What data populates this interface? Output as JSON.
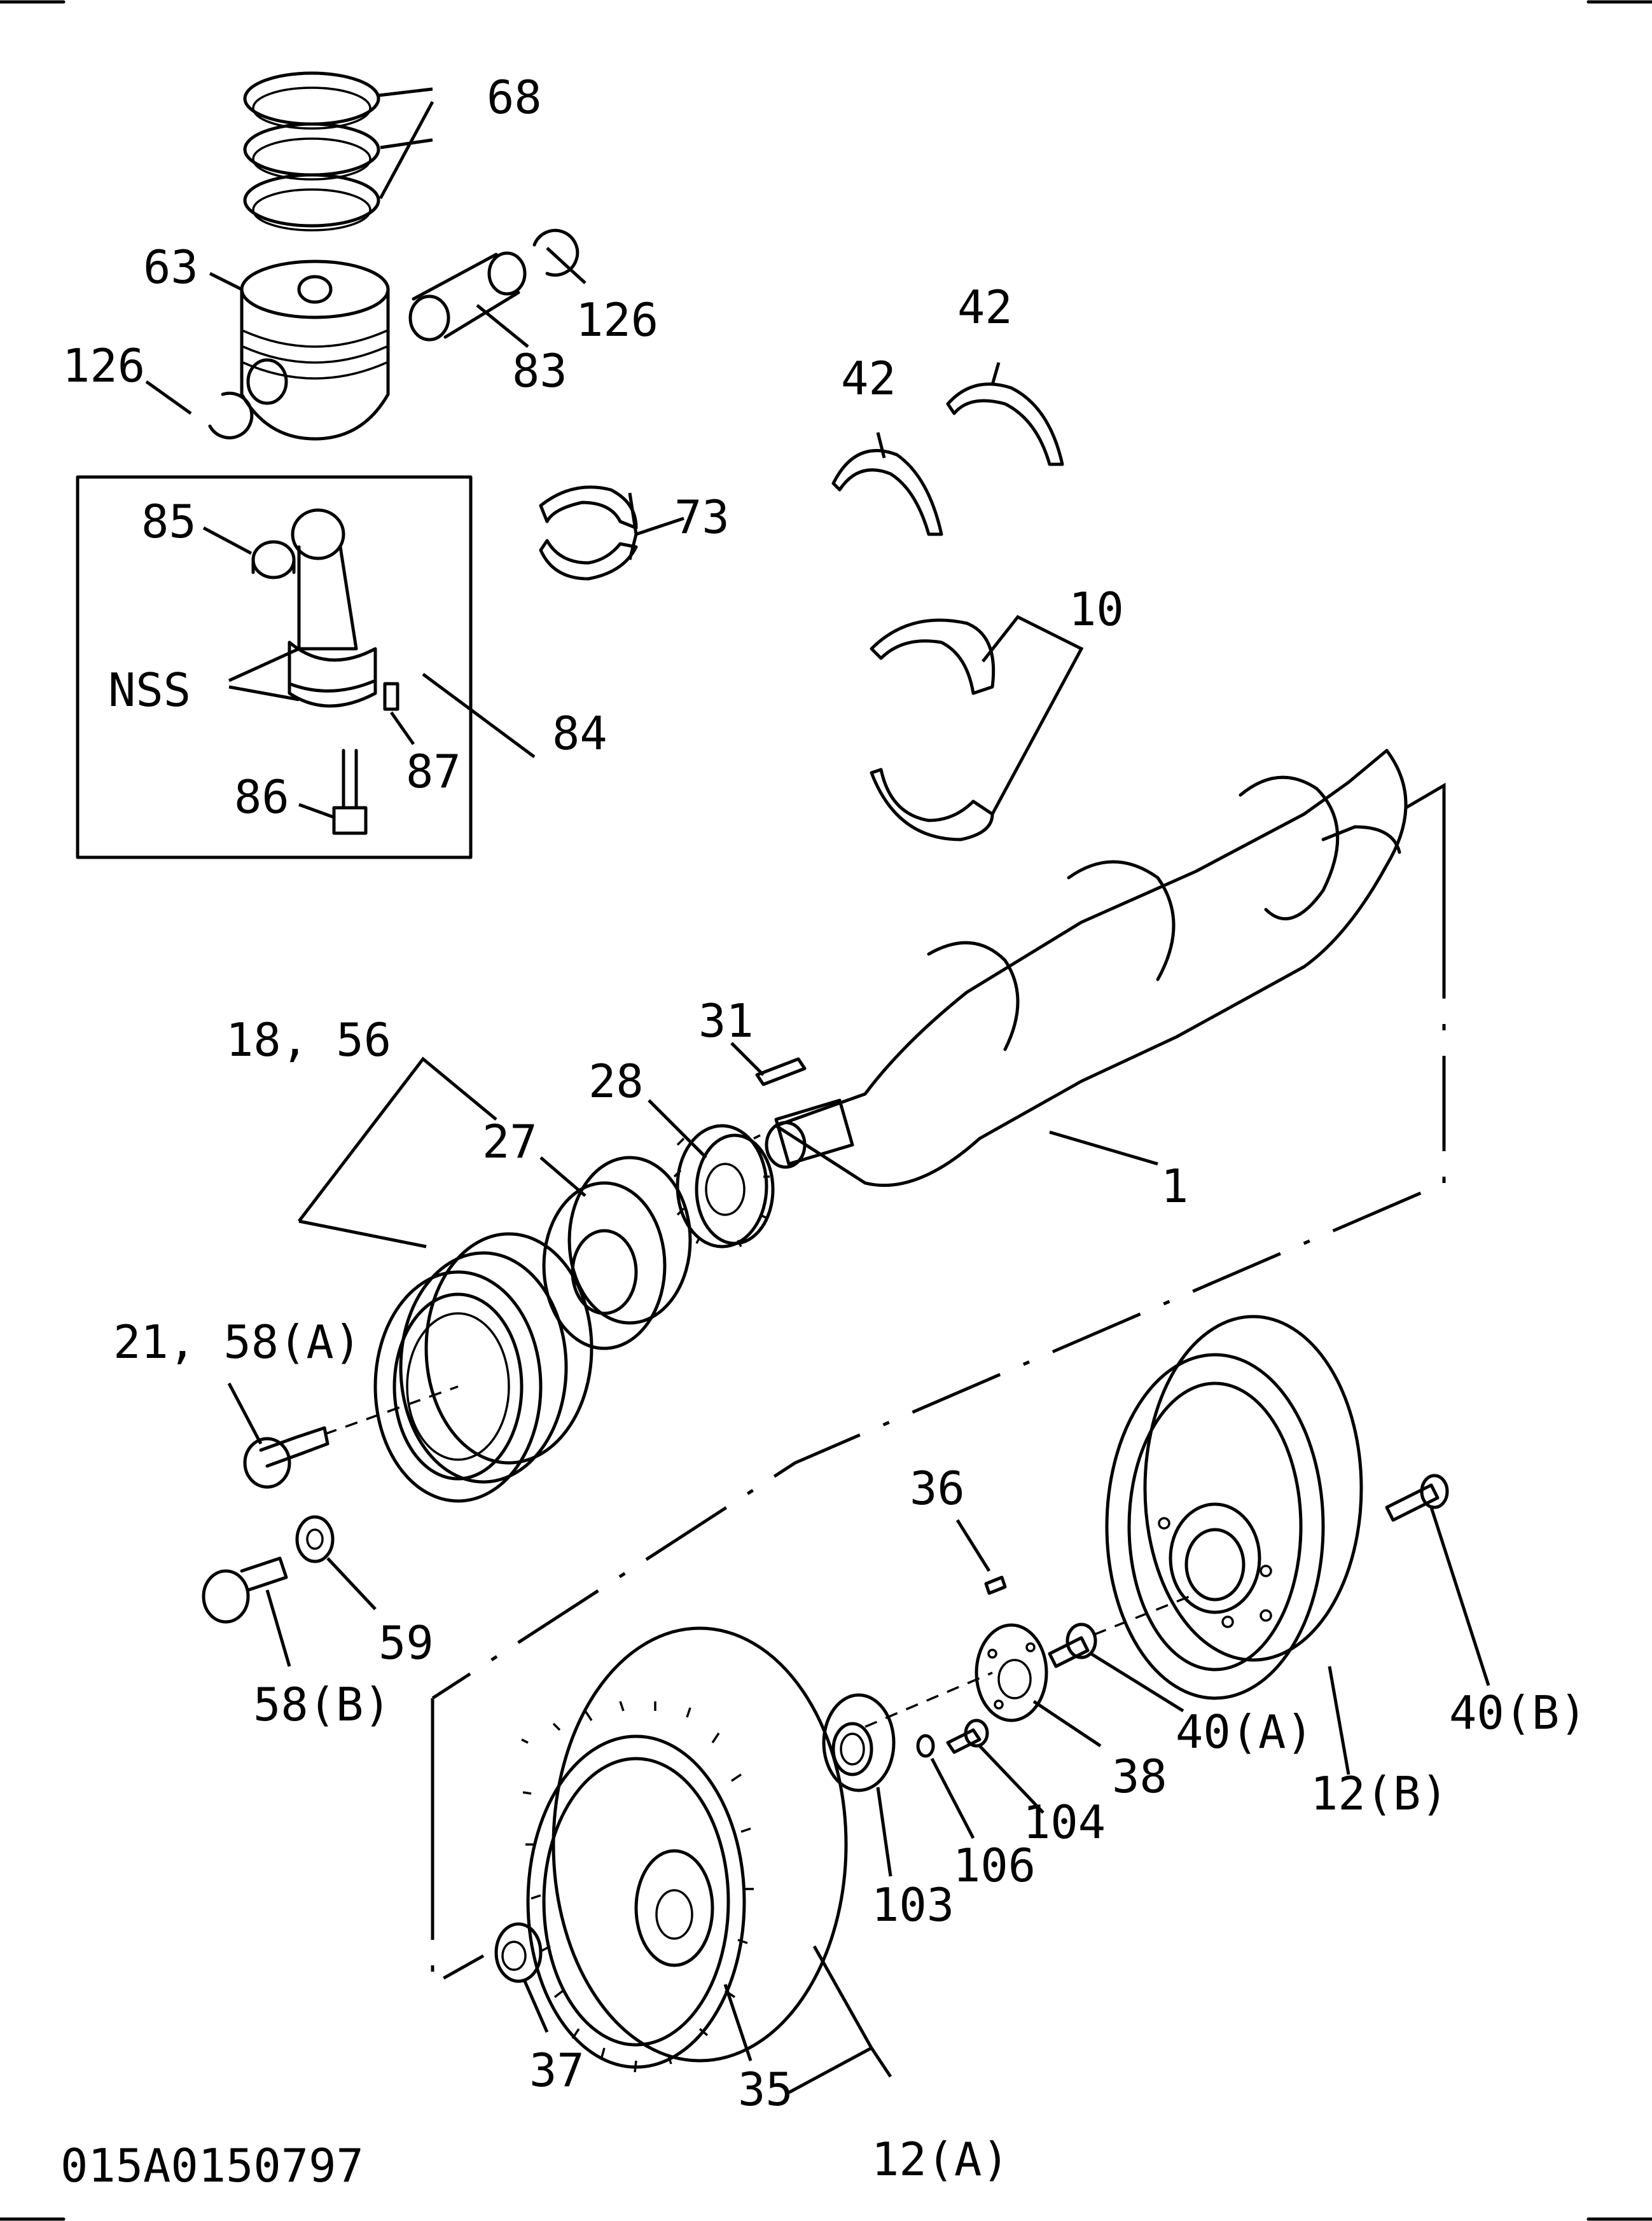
{
  "drawing_code": "015A0150797",
  "callouts": {
    "c68": "68",
    "c63": "63",
    "c126a": "126",
    "c126b": "126",
    "c83": "83",
    "c42a": "42",
    "c42b": "42",
    "c73": "73",
    "c85": "85",
    "cnss": "NSS",
    "c87": "87",
    "c84": "84",
    "c86": "86",
    "c10": "10",
    "c31": "31",
    "c1": "1",
    "c28": "28",
    "c1856": "18, 56",
    "c27": "27",
    "c2158a": "21, 58(A)",
    "c36": "36",
    "c59": "59",
    "c58b": "58(B)",
    "c40a": "40(A)",
    "c40b": "40(B)",
    "c38": "38",
    "c12b": "12(B)",
    "c104": "104",
    "c106": "106",
    "c103": "103",
    "c37": "37",
    "c35": "35",
    "c12a": "12(A)"
  }
}
